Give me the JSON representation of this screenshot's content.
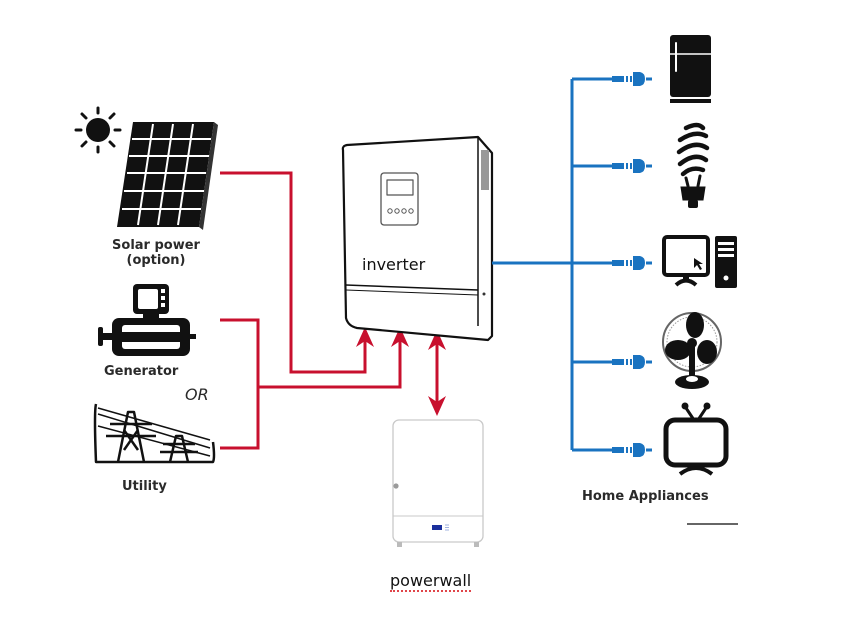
{
  "sources": {
    "solar": {
      "label_line1": "Solar power",
      "label_line2": "(option)"
    },
    "generator": {
      "label": "Generator"
    },
    "or_label": "OR",
    "utility": {
      "label": "Utility"
    }
  },
  "inverter": {
    "label": "inverter"
  },
  "battery": {
    "label": "powerwall"
  },
  "appliances": {
    "label": "Home Appliances",
    "items": [
      "refrigerator",
      "light-bulb",
      "computer",
      "fan",
      "television"
    ]
  },
  "colors": {
    "input_wire": "#c8102e",
    "output_wire": "#1a73c0",
    "icon": "#111111"
  }
}
